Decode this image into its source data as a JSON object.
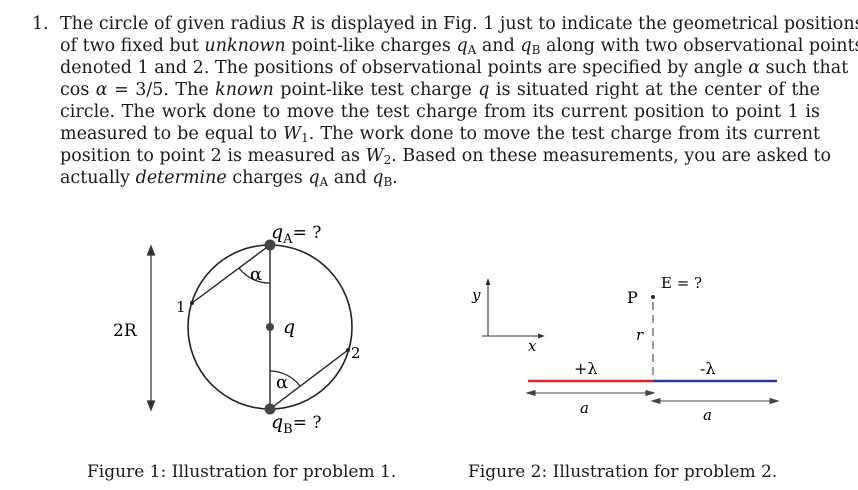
{
  "problem": {
    "number": "1.",
    "lines": [
      [
        "The circle of given radius ",
        {
          "i": "R"
        },
        " is displayed in Fig. 1 just to indicate the geometrical positions"
      ],
      [
        "of two fixed but ",
        {
          "i": "unknown"
        },
        " point-like charges ",
        {
          "i": "q",
          "sub": "A"
        },
        " and ",
        {
          "i": "q",
          "sub": "B"
        },
        " along with two observational points"
      ],
      [
        "denoted 1 and 2. The positions of observational points are specified by angle ",
        {
          "i": "α"
        },
        " such that"
      ],
      [
        "cos ",
        {
          "i": "α"
        },
        " = 3/5. The ",
        {
          "i": "known"
        },
        " point-like test charge ",
        {
          "i": "q"
        },
        " is situated right at the center of the"
      ],
      [
        "circle. The work done to move the test charge from its current position to point 1 is"
      ],
      [
        "measured to be equal to ",
        {
          "i": "W",
          "sub": "1"
        },
        ". The work done to move the test charge from its current"
      ],
      [
        "position to point 2 is measured as ",
        {
          "i": "W",
          "sub": "2"
        },
        ". Based on these measurements, you are asked to"
      ],
      [
        "actually ",
        {
          "i": "determine"
        },
        " charges ",
        {
          "i": "q",
          "sub": "A"
        },
        " and ",
        {
          "i": "q",
          "sub": "B"
        },
        "."
      ]
    ]
  },
  "figure1": {
    "radius_label": "2R",
    "qA_label": "q",
    "qA_sub": "A",
    "qA_suffix": "= ?",
    "qB_label": "q",
    "qB_sub": "B",
    "qB_suffix": "= ?",
    "center_label": "q",
    "alpha_top": "α",
    "alpha_bottom": "α",
    "point1_label": "1",
    "point2_label": "2",
    "caption": "Figure 1: Illustration for problem 1."
  },
  "figure2": {
    "axis_y": "y",
    "axis_x": "x",
    "point_label": "P",
    "field_label": "E = ?",
    "r_label": "r",
    "left_charge": "+λ",
    "right_charge": "-λ",
    "left_length": "a",
    "right_length": "a",
    "caption": "Figure 2: Illustration for problem 2.",
    "colors": {
      "positive": "#e0202a",
      "negative": "#2a3a9a"
    }
  }
}
